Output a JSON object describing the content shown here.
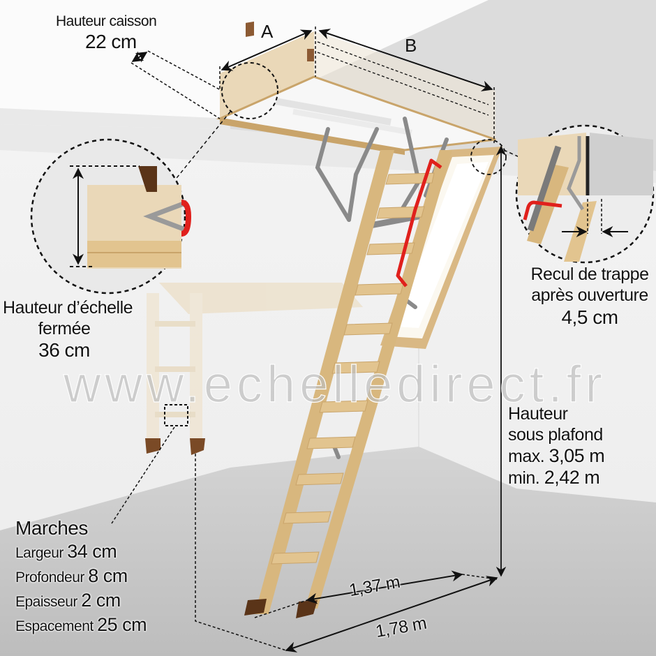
{
  "diagram": {
    "subject": "Escalier escamotable / échelle de grenier",
    "colors": {
      "wall": "#f0f0f0",
      "ceiling": "#e4e4e4",
      "floor": "#c9c9c9",
      "wood": "#e2c48f",
      "wood_dark": "#c9a46a",
      "foot": "#5a3418",
      "metal": "#8a8a8a",
      "handrail": "#e0201c",
      "dim_line": "#111111"
    }
  },
  "labels": {
    "hauteur_caisson": {
      "title": "Hauteur caisson",
      "value": "22 cm"
    },
    "dim_a": "A",
    "dim_b": "B",
    "hauteur_echelle_fermee": {
      "line1": "Hauteur d’échelle",
      "line2": "fermée",
      "value": "36 cm"
    },
    "recul_trappe": {
      "line1": "Recul de trappe",
      "line2": "après ouverture",
      "value": "4,5 cm"
    },
    "hauteur_sous_plafond": {
      "line1": "Hauteur",
      "line2": "sous plafond",
      "max_label": "max.",
      "max_value": "3,05 m",
      "min_label": "min.",
      "min_value": "2,42 m"
    },
    "marches": {
      "title": "Marches",
      "rows": [
        {
          "label": "Largeur",
          "value": "34 cm"
        },
        {
          "label": "Profondeur",
          "value": "8 cm"
        },
        {
          "label": "Epaisseur",
          "value": "2 cm"
        },
        {
          "label": "Espacement",
          "value": "25 cm"
        }
      ]
    },
    "emprise_137": "1,37 m",
    "emprise_178": "1,78 m"
  },
  "watermark": "www.echelledirect.fr"
}
